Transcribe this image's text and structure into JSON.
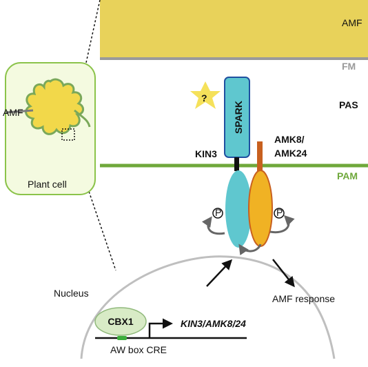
{
  "colors": {
    "amf_yellow": "#e8d25a",
    "fm_gray": "#9a9a9a",
    "pam_green": "#6fa83b",
    "spark_teal": "#5fc7cf",
    "amk_orange": "#f0b224",
    "amk_stalk": "#c8601f",
    "cbx1_green": "#d8ebc6"
  },
  "labels": {
    "amf_region": "AMF",
    "fm": "FM",
    "pas": "PAS",
    "pam": "PAM",
    "spark": "SPARK",
    "question": "?",
    "kin3": "KIN3",
    "amk_line1": "AMK8/",
    "amk_line2": "AMK24",
    "phospho_left": "P",
    "phospho_right": "P",
    "nucleus": "Nucleus",
    "amf_response": "AMF response",
    "cbx1": "CBX1",
    "target_genes": "KIN3/AMK8/24",
    "aw_box": "AW box CRE",
    "plant_cell": "Plant cell",
    "amf_in_cell": "AMF"
  }
}
